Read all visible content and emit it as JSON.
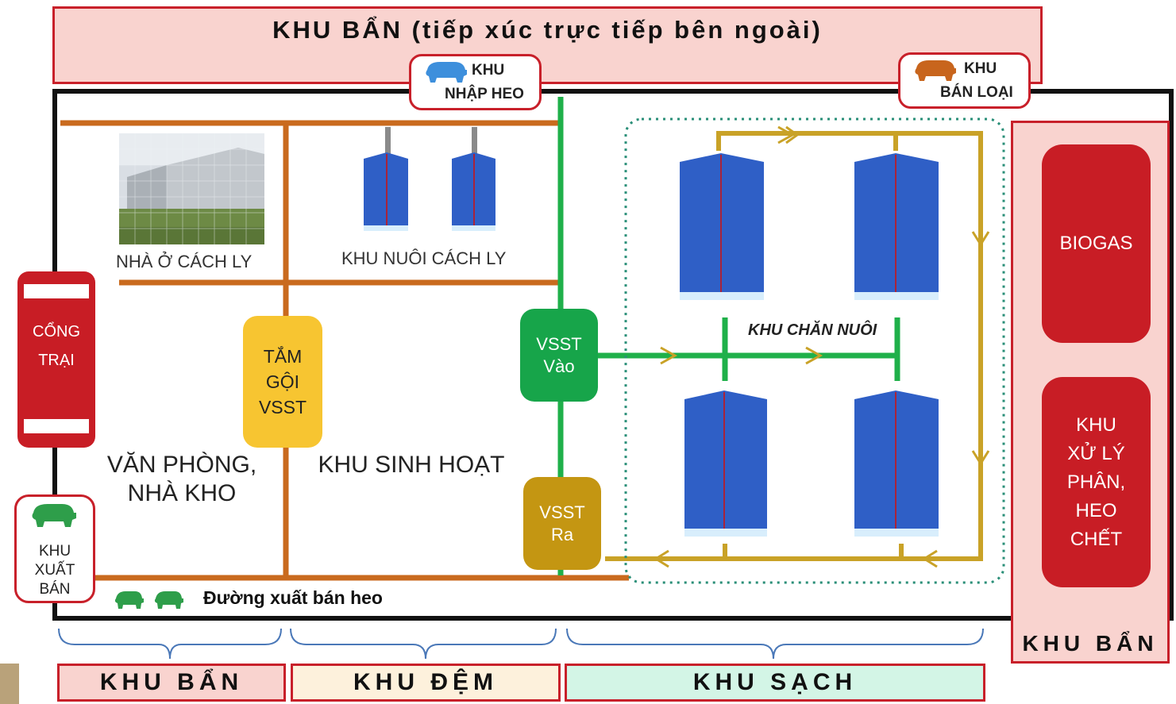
{
  "top_zone": {
    "title": "KHU BẨN (tiếp xúc trực tiếp bên ngoài)"
  },
  "badges": {
    "import": {
      "line1": "KHU",
      "line2": "NHẬP HEO",
      "pig_color": "#3d8fdc"
    },
    "cull": {
      "line1": "KHU",
      "line2": "BÁN LOẠI",
      "pig_color": "#c8651d"
    }
  },
  "areas": {
    "quarantine_house": "NHÀ Ở CÁCH LY",
    "quarantine_barns": "KHU NUÔI CÁCH LY",
    "office_line1": "VĂN PHÒNG,",
    "office_line2": "NHÀ KHO",
    "living": "KHU SINH HOẠT",
    "farming": "KHU CHĂN NUÔI"
  },
  "gate": {
    "line1": "CỔNG",
    "line2": "TRẠI"
  },
  "shower": {
    "line1": "TẮM",
    "line2": "GỘI",
    "line3": "VSST"
  },
  "vsst_in": {
    "line1": "VSST",
    "line2": "Vào"
  },
  "vsst_out": {
    "line1": "VSST",
    "line2": "Ra"
  },
  "export": {
    "line1": "KHU",
    "line2": "XUẤT",
    "line3": "BÁN",
    "pig_color": "#2e9e4a"
  },
  "road_label": "Đường xuất bán heo",
  "right_boxes": {
    "biogas": "BIOGAS",
    "waste_line1": "KHU",
    "waste_line2": "XỬ LÝ",
    "waste_line3": "PHÂN,",
    "waste_line4": "HEO",
    "waste_line5": "CHẾT"
  },
  "right_zone_label": "KHU BẨN",
  "bottom_zones": {
    "dirty": "KHU BẨN",
    "buffer": "KHU ĐỆM",
    "clean": "KHU SẠCH"
  },
  "colors": {
    "dirty_fill": "#f9d3cf",
    "buffer_fill": "#fdf1dc",
    "clean_fill": "#d3f5e6",
    "border_red": "#c8202a",
    "dark_red": "#c81d25",
    "path_orange": "#c96a1e",
    "path_green": "#1fb04a",
    "path_gold": "#c9a227",
    "barn_blue": "#2f5fc6",
    "shower_yellow": "#f7c531",
    "vsst_in_green": "#17a54a",
    "vsst_out_gold": "#c49612"
  }
}
